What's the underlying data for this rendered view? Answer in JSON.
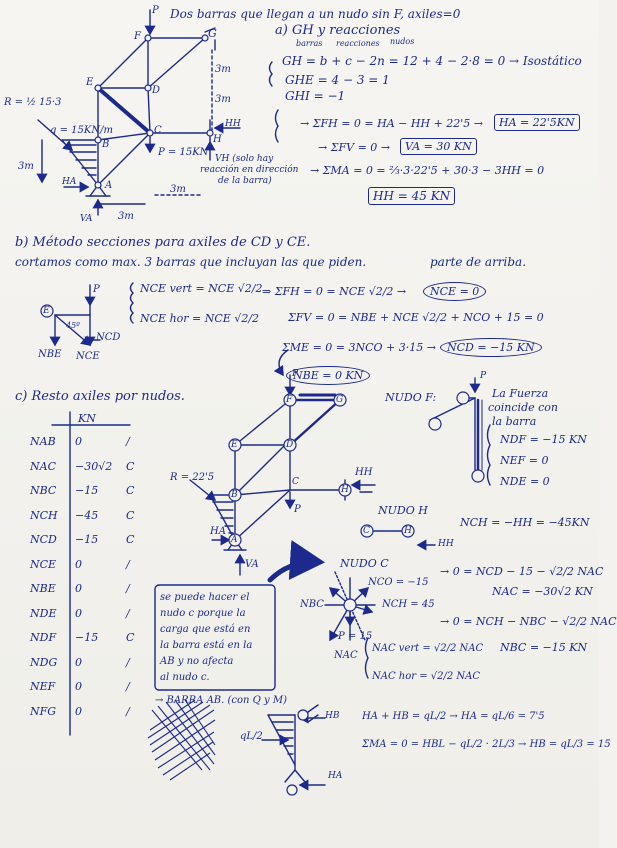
{
  "header": {
    "title": "Dos barras que llegan a un nudo sin F, axiles=0",
    "a_label": "a) GH y reacciones",
    "ann_barras": "barras",
    "ann_reacciones": "reacciones",
    "ann_nudos": "nudos",
    "gh_eq": "GH = b + c − 2n = 12 + 4 − 2·8 = 0 → Isostático",
    "ghe": "GHE = 4 − 3 = 1",
    "ghi": "GHI = −1"
  },
  "figure1": {
    "nodes": {
      "F": "F",
      "G": "G",
      "E": "E",
      "D": "D",
      "C": "C",
      "B": "B",
      "A": "A",
      "H": "H"
    },
    "P": "P",
    "dim_3m_right_top": "3m",
    "dim_3m_right_bot": "3m",
    "dim_3m_left": "3m",
    "dim_3m_bottom1": "3m",
    "dim_3m_bottom2": "3m",
    "R_label": "R = ½ 15·3",
    "q_label": "q = 15KN/m",
    "HA": "HA",
    "VA": "VA",
    "HH": "HH",
    "VH": "VH (solo hay",
    "VH2": "reacción en dirección",
    "VH3": "de la barra)",
    "P15": "P = 15KN"
  },
  "equations_a": {
    "fh": "→ ΣFH = 0 = HA − HH + 22'5 →",
    "fh_box": "HA = 22'5KN",
    "fv": "→ ΣFV = 0 →",
    "fv_box": "VA = 30 KN",
    "ma": "→ ΣMA = 0 = ⅔·3·22'5 + 30·3 − 3HH = 0",
    "ma_box": "HH = 45 KN"
  },
  "section_b": {
    "title": "b) Método secciones para axiles de CD y CE.",
    "line2": "cortamos como max. 3 barras que incluyan las que piden.",
    "line2b": "parte de arriba.",
    "P": "P",
    "E": "E",
    "angle": "45º",
    "NCD": "NCD",
    "NBE": "NBE",
    "NCE": "NCE",
    "nce_vert": "NCE vert = NCE √2/2",
    "nce_hor": "NCE hor = NCE √2/2",
    "eq1": "⇒ ΣFH = 0 = NCE √2/2 →",
    "eq1_oval": "NCE = 0",
    "eq2": "ΣFV = 0 = NBE + NCE √2/2 + NCO + 15 = 0",
    "eq3": "ΣME = 0 = 3NCO + 3·15 →",
    "eq3_oval": "NCD = −15 KN",
    "eq4_oval": "NBE = 0 KN"
  },
  "section_c": {
    "title": "c) Resto axiles por nudos.",
    "unit": "KN",
    "rows": [
      {
        "name": "NAB",
        "value": "0",
        "mark": "/"
      },
      {
        "name": "NAC",
        "value": "−30√2",
        "mark": "C"
      },
      {
        "name": "NBC",
        "value": "−15",
        "mark": "C"
      },
      {
        "name": "NCH",
        "value": "−45",
        "mark": "C"
      },
      {
        "name": "NCD",
        "value": "−15",
        "mark": "C"
      },
      {
        "name": "NCE",
        "value": "0",
        "mark": "/"
      },
      {
        "name": "NBE",
        "value": "0",
        "mark": "/"
      },
      {
        "name": "NDE",
        "value": "0",
        "mark": "/"
      },
      {
        "name": "NDF",
        "value": "−15",
        "mark": "C"
      },
      {
        "name": "NDG",
        "value": "0",
        "mark": "/"
      },
      {
        "name": "NEF",
        "value": "0",
        "mark": "/"
      },
      {
        "name": "NFG",
        "value": "0",
        "mark": "/"
      }
    ]
  },
  "figure2": {
    "F": "F",
    "G": "G",
    "E": "E",
    "D": "D",
    "C": "C",
    "B": "B",
    "A": "A",
    "H": "H",
    "R": "R = 22'5",
    "HA": "HA",
    "VA": "VA",
    "HH": "HH",
    "P": "P"
  },
  "nudo_f": {
    "title": "NUDO F:",
    "text1": "La Fuerza",
    "text2": "coincide con",
    "text3": "la barra",
    "P": "P",
    "ndf": "NDF = −15 KN",
    "nef": "NEF = 0",
    "nde": "NDE = 0"
  },
  "nudo_h": {
    "title": "NUDO H",
    "C": "C",
    "H": "H",
    "HH": "HH",
    "eq": "NCH = −HH = −45KN"
  },
  "nudo_c": {
    "title": "NUDO C",
    "nco": "NCO = −15",
    "nbc": "NBC",
    "nch": "NCH = 45",
    "p": "P = 15",
    "nac": "NAC",
    "nac_vert": "NAC vert = √2/2 NAC",
    "nac_hor": "NAC hor = √2/2 NAC",
    "eq1": "→ 0 = NCD − 15 − √2/2 NAC",
    "eq1b": "NAC = −30√2 KN",
    "eq2": "→ 0 = NCH − NBC − √2/2 NAC",
    "eq2b": "NBC = −15 KN"
  },
  "note": {
    "l1": "se puede hacer el",
    "l2": "nudo c porque la",
    "l3": "carga que está en",
    "l4": "la barra está en la",
    "l5": "AB y no afecta",
    "l6": "al nudo c."
  },
  "barra_ab": {
    "title": "→ BARRA AB. (con Q y M)",
    "HB": "HB",
    "HA": "HA",
    "qL2": "qL/2",
    "eq1": "HA + HB = qL/2 → HA = qL/6 = 7'5",
    "eq2": "ΣMA = 0 = HBL − qL/2 · 2L/3 → HB = qL/3 = 15"
  }
}
